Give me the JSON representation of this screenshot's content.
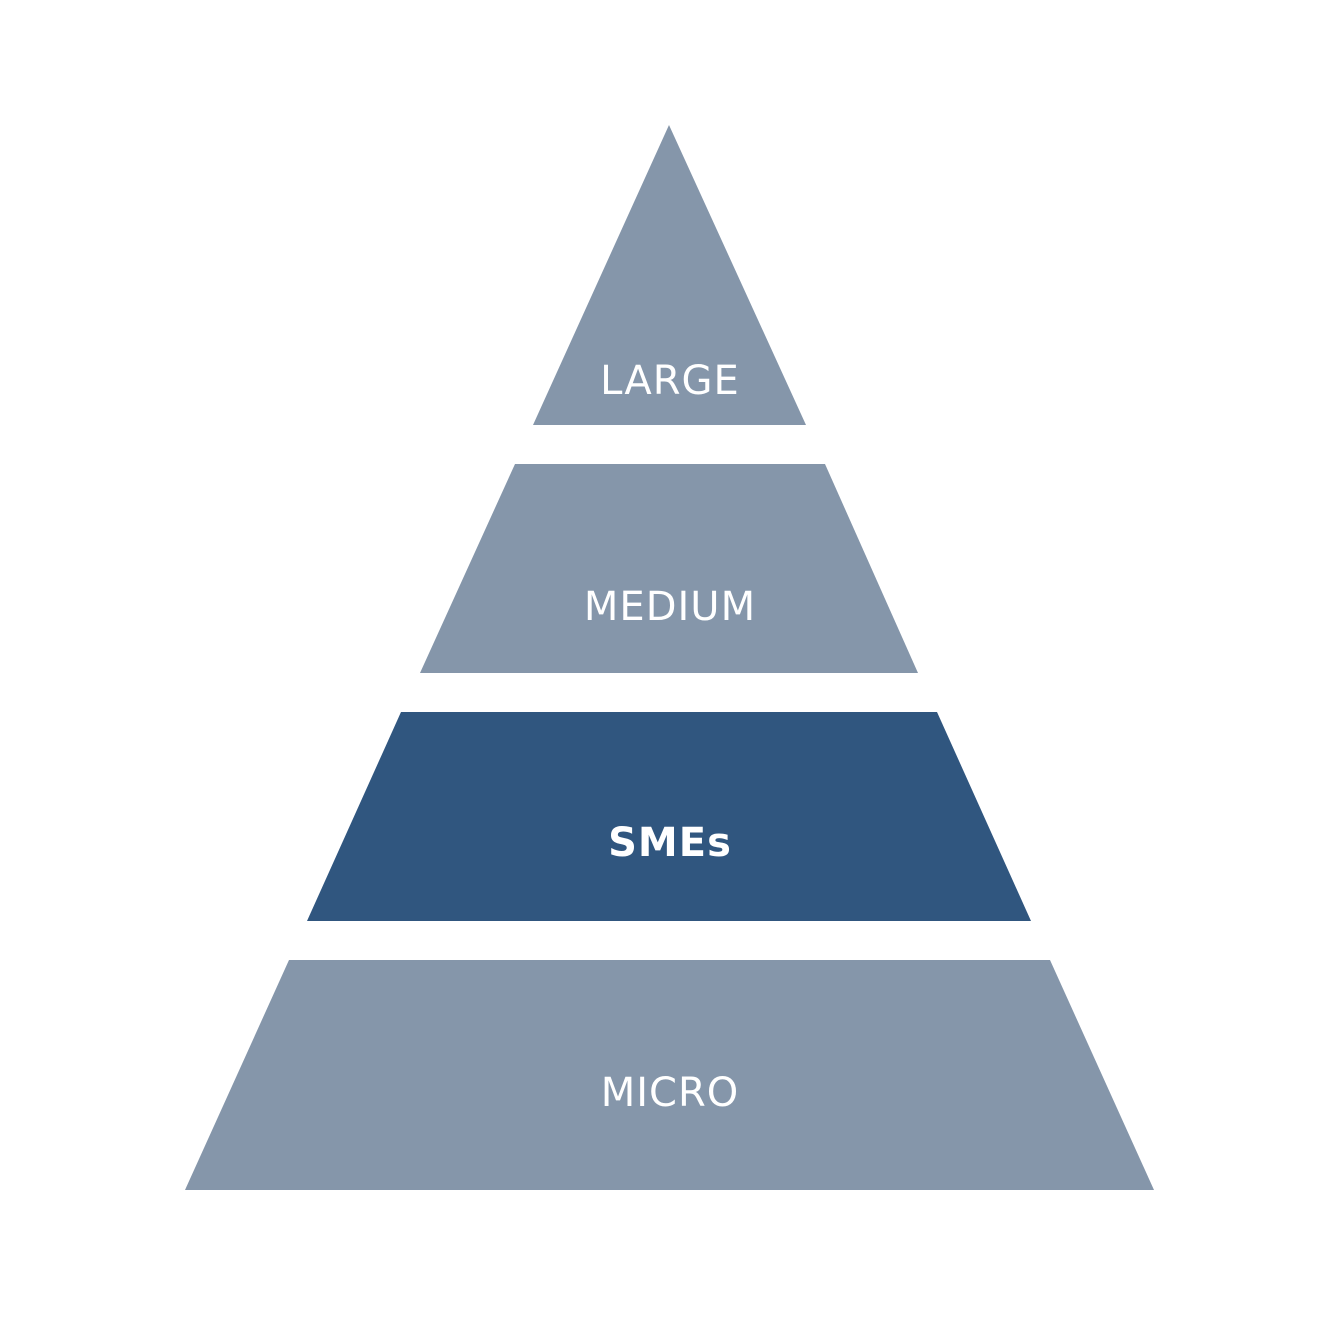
{
  "pyramid": {
    "tiers": [
      {
        "label": "LARGE",
        "color": "#8596aa",
        "emphasized": false
      },
      {
        "label": "MEDIUM",
        "color": "#8596aa",
        "emphasized": false
      },
      {
        "label": "SMEs",
        "color": "#30567f",
        "emphasized": true
      },
      {
        "label": "MICRO",
        "color": "#8596aa",
        "emphasized": false
      }
    ],
    "label_color": "#ffffff",
    "background_color": "#ffffff"
  }
}
